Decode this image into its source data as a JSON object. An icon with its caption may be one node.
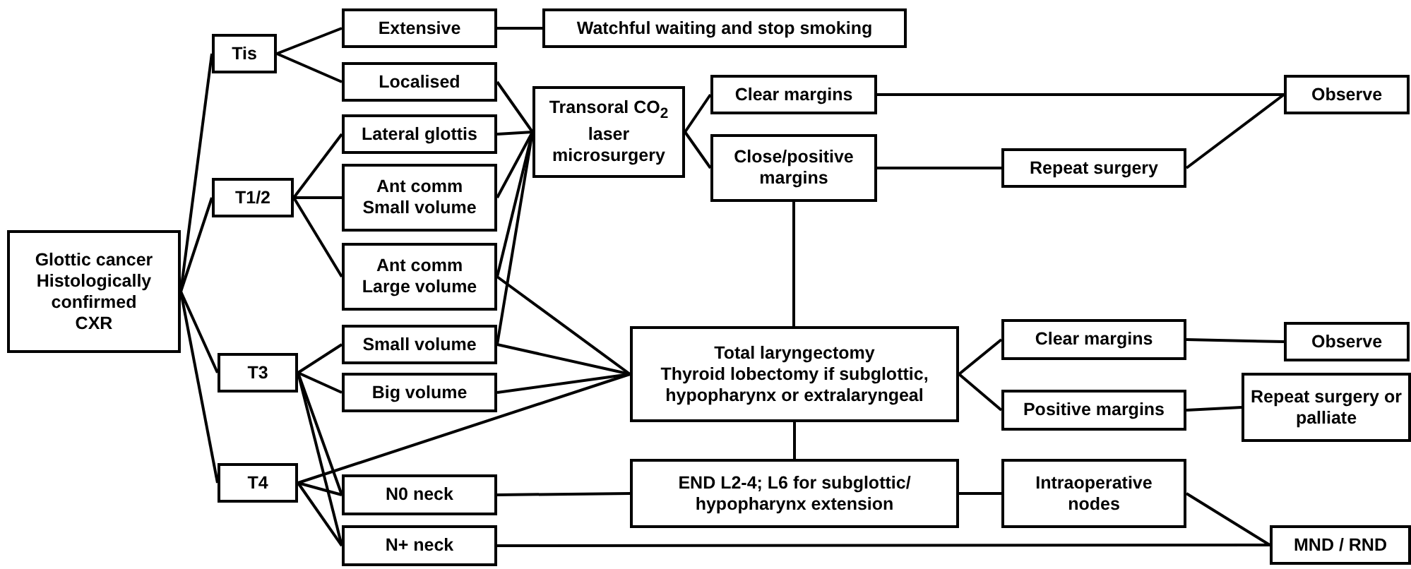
{
  "diagram": {
    "nodes": [
      {
        "text": [
          "Glottic cancer",
          "Histologically confirmed",
          "CXR"
        ]
      },
      {
        "text": [
          "Tis"
        ]
      },
      {
        "text": [
          "T1/2"
        ]
      },
      {
        "text": [
          "T3"
        ]
      },
      {
        "text": [
          "T4"
        ]
      },
      {
        "text": [
          "Extensive"
        ]
      },
      {
        "text": [
          "Localised"
        ]
      },
      {
        "text": [
          "Watchful waiting and stop smoking"
        ]
      },
      {
        "text": [
          "Lateral glottis"
        ]
      },
      {
        "text": [
          "Ant comm",
          "Small volume"
        ]
      },
      {
        "text": [
          "Ant comm",
          "Large volume"
        ]
      },
      {
        "text": [
          "Transoral CO$_{2}$ laser microsurgery"
        ]
      },
      {
        "text": [
          "Small volume"
        ]
      },
      {
        "text": [
          "Big volume"
        ]
      },
      {
        "text": [
          "Clear margins"
        ]
      },
      {
        "text": [
          "Close/positive margins"
        ]
      },
      {
        "text": [
          "Repeat surgery"
        ]
      },
      {
        "text": [
          "Observe"
        ]
      },
      {
        "text": [
          "Total laryngectomy",
          "Thyroid lobectomy if subglottic, hypopharynx or extralaryngeal"
        ]
      },
      {
        "text": [
          "Clear margins"
        ]
      },
      {
        "text": [
          "Positive margins"
        ]
      },
      {
        "text": [
          "Observe"
        ]
      },
      {
        "text": [
          "Repeat surgery or palliate"
        ]
      },
      {
        "text": [
          "END L2-4; L6 for subglottic/ hypopharynx extension"
        ]
      },
      {
        "text": [
          "Intraoperative nodes"
        ]
      },
      {
        "text": [
          "N0 neck"
        ]
      },
      {
        "text": [
          "N+ neck"
        ]
      },
      {
        "text": [
          "MND / RND"
        ]
      }
    ],
    "edges": [
      {
        "from": 0,
        "to": 1,
        "arrow": "none"
      },
      {
        "from": 0,
        "to": 2,
        "arrow": "none"
      },
      {
        "from": 0,
        "to": 3,
        "arrow": "none"
      },
      {
        "from": 0,
        "to": 4,
        "arrow": "none"
      },
      {
        "from": 1,
        "to": 5,
        "arrow": "none"
      },
      {
        "from": 1,
        "to": 6,
        "arrow": "none"
      },
      {
        "from": 5,
        "to": 7,
        "arrow": "none"
      },
      {
        "from": 2,
        "to": 8,
        "arrow": "none"
      },
      {
        "from": 2,
        "to": 9,
        "arrow": "none"
      },
      {
        "from": 2,
        "to": 10,
        "arrow": "none"
      },
      {
        "from": 6,
        "to": 11,
        "arrow": "none"
      },
      {
        "from": 8,
        "to": 11,
        "arrow": "none"
      },
      {
        "from": 9,
        "to": 11,
        "arrow": "none"
      },
      {
        "from": 10,
        "to": 11,
        "arrow": "none"
      },
      {
        "from": 12,
        "to": 11,
        "arrow": "none"
      },
      {
        "from": 3,
        "to": 12,
        "arrow": "none"
      },
      {
        "from": 3,
        "to": 13,
        "arrow": "none"
      },
      {
        "from": 3,
        "to": 25,
        "arrow": "none"
      },
      {
        "from": 3,
        "to": 26,
        "arrow": "none"
      },
      {
        "from": 4,
        "to": 25,
        "arrow": "none"
      },
      {
        "from": 4,
        "to": 26,
        "arrow": "none"
      },
      {
        "from": 4,
        "to": 18,
        "arrow": "none"
      },
      {
        "from": 10,
        "to": 18,
        "arrow": "none"
      },
      {
        "from": 12,
        "to": 18,
        "arrow": "none"
      },
      {
        "from": 13,
        "to": 18,
        "arrow": "none"
      },
      {
        "from": 11,
        "to": 14,
        "arrow": "none"
      },
      {
        "from": 11,
        "to": 15,
        "arrow": "none"
      },
      {
        "from": 14,
        "to": 17,
        "arrow": "none"
      },
      {
        "from": 15,
        "to": 16,
        "arrow": "none"
      },
      {
        "from": 16,
        "to": 17,
        "arrow": "none"
      },
      {
        "from": 15,
        "to": 18,
        "arrow": "none"
      },
      {
        "from": 18,
        "to": 19,
        "arrow": "none"
      },
      {
        "from": 18,
        "to": 20,
        "arrow": "none"
      },
      {
        "from": 19,
        "to": 21,
        "arrow": "none"
      },
      {
        "from": 20,
        "to": 22,
        "arrow": "none"
      },
      {
        "from": 18,
        "to": 23,
        "arrow": "none"
      },
      {
        "from": 25,
        "to": 23,
        "arrow": "none"
      },
      {
        "from": 23,
        "to": 24,
        "arrow": "none"
      },
      {
        "from": 24,
        "to": 27,
        "arrow": "none"
      },
      {
        "from": 26,
        "to": 27,
        "arrow": "none"
      }
    ]
  }
}
